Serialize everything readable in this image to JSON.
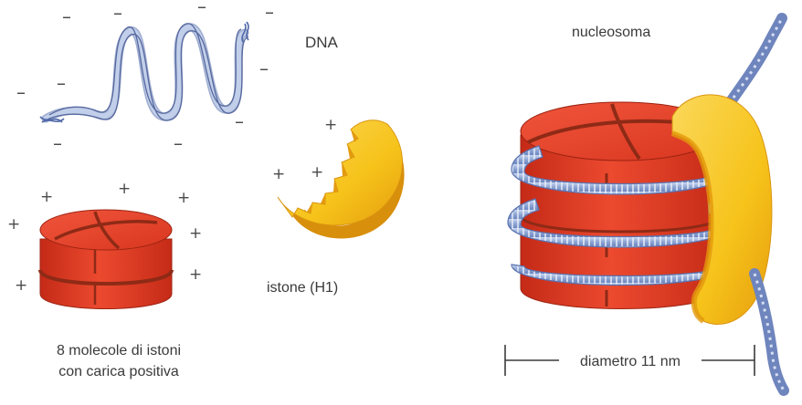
{
  "labels": {
    "dna": "DNA",
    "nucleosome": "nucleosoma",
    "histone_h1": "istone (H1)",
    "octamer_line1": "8 molecole di istoni",
    "octamer_line2": "con carica positiva",
    "diameter": "diametro 11 nm"
  },
  "signs": {
    "negative": "–",
    "positive": "+"
  },
  "colors": {
    "histone_red": "#e53a22",
    "histone_dark": "#b52614",
    "histone_line": "#8e2a16",
    "h1_yellow": "#f6c31a",
    "h1_dark": "#e39a0c",
    "dna_blue": "#8ea6d4",
    "dna_dark": "#4f67a8",
    "text": "#3a3a3a"
  }
}
